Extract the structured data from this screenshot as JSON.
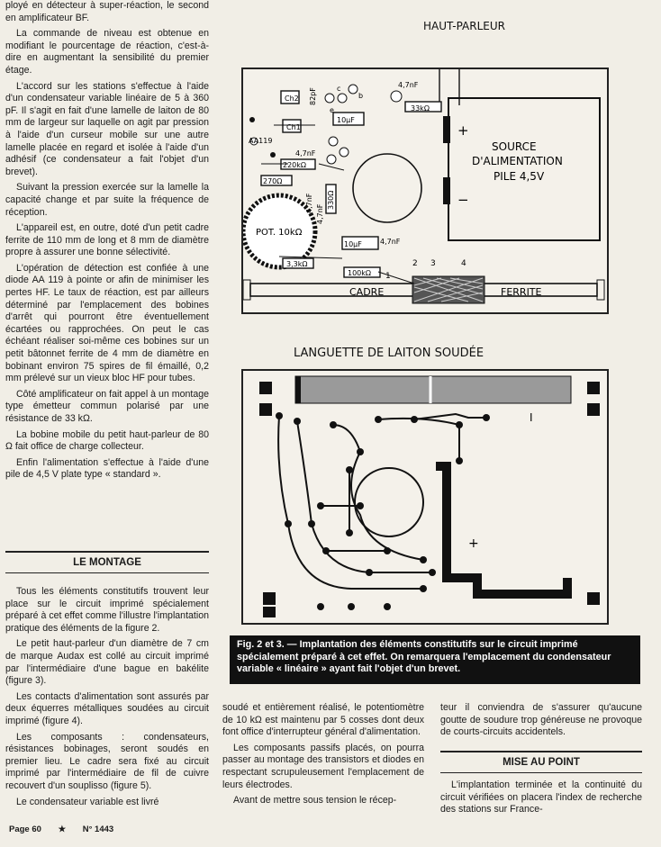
{
  "left_column": [
    "ployé en détecteur à super-réaction, le second en amplificateur BF.",
    "La commande de niveau est obtenue en modifiant le pourcentage de réaction, c'est-à-dire en augmentant la sensibilité du premier étage.",
    "L'accord sur les stations s'effectue à l'aide d'un condensateur variable linéaire de 5 à 360 pF. Il s'agit en fait d'une lamelle de laiton de 80 mm de largeur sur laquelle on agit par pression à l'aide d'un curseur mobile sur une autre lamelle placée en regard et isolée à l'aide d'un adhésif (ce condensateur a fait l'objet d'un brevet).",
    "Suivant la pression exercée sur la lamelle la capacité change et par suite la fréquence de réception.",
    "L'appareil est, en outre, doté d'un petit cadre ferrite de 110 mm de long et 8 mm de diamètre propre à assurer une bonne sélectivité.",
    "L'opération de détection est confiée à une diode AA 119 à pointe or afin de minimiser les pertes HF. Le taux de réaction, est par ailleurs déterminé par l'emplacement des bobines d'arrêt qui pourront être éventuellement écartées ou rapprochées. On peut le cas échéant réaliser soi-même ces bobines sur un petit bâtonnet ferrite de 4 mm de diamètre en bobinant environ 75 spires de fil émaillé, 0,2 mm prélevé sur un vieux bloc HF pour tubes.",
    "Côté amplificateur on fait appel à un montage type émetteur commun polarisé par une résistance de 33 kΩ.",
    "La bobine mobile du petit haut-parleur de 80 Ω fait office de charge collecteur.",
    "Enfin l'alimentation s'effectue à l'aide d'une pile de 4,5 V plate type « standard »."
  ],
  "montage_heading": "LE MONTAGE",
  "montage_column": [
    "Tous les éléments constitutifs trouvent leur place sur le circuit imprimé spécialement préparé à cet effet comme l'illustre l'implantation pratique des éléments de la figure 2.",
    "Le petit haut-parleur d'un diamètre de 7 cm de marque Audax est collé au circuit imprimé par l'intermédiaire d'une bague en bakélite (figure 3).",
    "Les contacts d'alimentation sont assurés par deux équerres métalliques soudées au circuit imprimé (figure 4).",
    "Les composants : condensateurs, résistances bobinages, seront soudés en premier lieu. Le cadre sera fixé au circuit imprimé par l'intermédiaire de fil de cuivre recouvert d'un souplisso (figure 5).",
    "Le condensateur variable est livré"
  ],
  "middle_column": [
    "soudé et entièrement réalisé, le potentiomètre de 10 kΩ est maintenu par 5 cosses dont deux font office d'interrupteur général d'alimentation.",
    "Les composants passifs placés, on pourra passer au montage des transistors et diodes en respectant scrupuleusement l'emplacement de leurs électrodes.",
    "Avant de mettre sous tension le récep-"
  ],
  "right_column": [
    "teur il conviendra de s'assurer qu'aucune goutte de soudure trop généreuse ne provoque de courts-circuits accidentels."
  ],
  "mise_heading": "MISE AU POINT",
  "mise_column": [
    "L'implantation terminée et la continuité du circuit vérifiées on placera l'index de recherche des stations sur France-"
  ],
  "fig2": {
    "haut_parleur": "HAUT-PARLEUR",
    "source_line1": "SOURCE",
    "source_line2": "D'ALIMENTATION",
    "source_line3": "PILE 4,5V",
    "pot": "POT. 10kΩ",
    "cadre": "CADRE",
    "ferrite": "FERRITE",
    "ch2": "Ch2",
    "ch1": "Ch1",
    "aa119": "AA119",
    "c_82pf": "82pF",
    "c_47nf_top": "4,7nF",
    "r_33k_top": "33kΩ",
    "c_10uf_top": "10µF",
    "c_47nf_mid": "4,7nF",
    "r_220k": "220kΩ",
    "r_270": "270Ω",
    "r_330": "330Ω",
    "c_47nf_a": "4,7nF",
    "c_47nf_b": "4,7nF",
    "c_10uf_bot": "10µF",
    "c_47nf_bot": "4,7nF",
    "r_33k_bot": "3,3kΩ",
    "r_100k": "100kΩ",
    "plus": "+",
    "minus": "−",
    "pin1": "1",
    "pin2": "2",
    "pin3": "3",
    "pin4": "4",
    "pin_e": "e",
    "pin_b": "b",
    "pin_c": "c"
  },
  "fig3": {
    "languette": "LANGUETTE DE LAITON SOUDÉE",
    "mark_1": "I",
    "mark_plus": "+"
  },
  "caption": "Fig. 2 et 3. — Implantation des éléments constitutifs sur le circuit imprimé spécialement préparé à cet effet. On remarquera l'emplacement du condensateur variable « linéaire » ayant fait l'objet d'un brevet.",
  "footer": {
    "page": "Page 60",
    "star": "★",
    "issue": "N° 1443"
  }
}
